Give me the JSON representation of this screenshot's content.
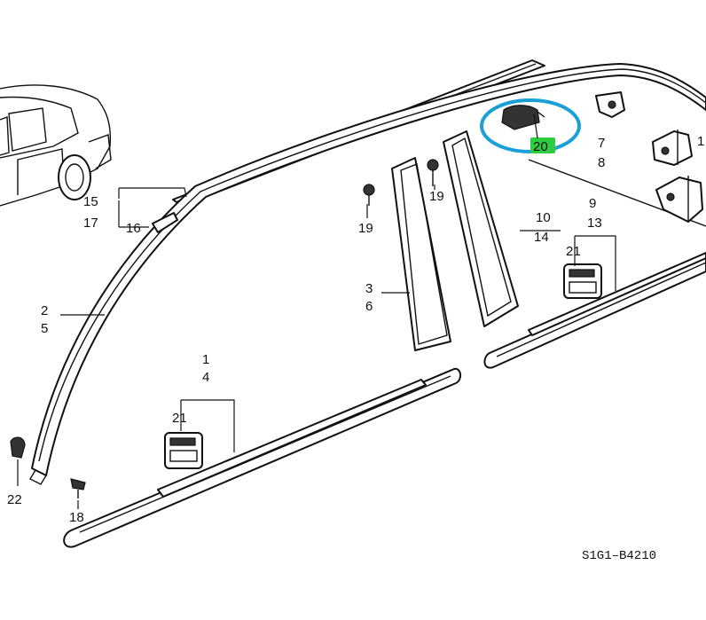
{
  "diagram_code": "S1G1‒B4210",
  "highlight": {
    "ring_color": "#1a9fd6",
    "label_bg": "#2ecc40"
  },
  "labels": {
    "l1": "1",
    "l4": "4",
    "l2": "2",
    "l5": "5",
    "l3": "3",
    "l6": "6",
    "l7": "7",
    "l8": "8",
    "l9": "9",
    "l13": "13",
    "l10": "10",
    "l14": "14",
    "l15": "15",
    "l17": "17",
    "l16": "16",
    "l19a": "19",
    "l19b": "19",
    "l20": "20",
    "l21a": "21",
    "l21b": "21",
    "l22": "22",
    "l18": "18",
    "l1r": "1"
  }
}
